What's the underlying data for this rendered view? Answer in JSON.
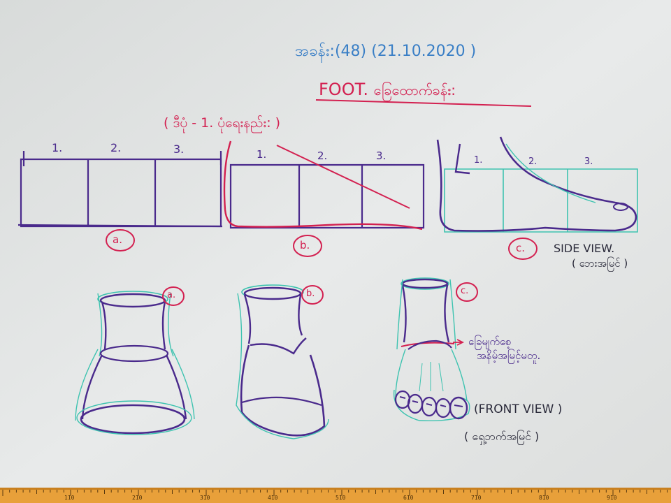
{
  "lesson": {
    "header_label": "အခန်း:(48)",
    "date": "21.10.2020",
    "title_en": "FOOT.",
    "title_mm": "ခြေထောက်ခန်း:",
    "subtitle": "( ဒီပုံ - 1. ပုံရေးနည်း: )"
  },
  "top_sketches": [
    {
      "id": "a",
      "labels": [
        "1.",
        "2.",
        "3."
      ],
      "circle_label": "a."
    },
    {
      "id": "b",
      "labels": [
        "1.",
        "2.",
        "3."
      ],
      "circle_label": "b."
    },
    {
      "id": "c",
      "labels": [
        "1.",
        "2.",
        "3."
      ],
      "circle_label": "c."
    }
  ],
  "side_view": {
    "label": "SIDE VIEW.",
    "note": "( ဘေးအမြင် )"
  },
  "bottom_sketches": [
    {
      "id": "a",
      "circle_label": "a."
    },
    {
      "id": "b",
      "circle_label": "b."
    },
    {
      "id": "c",
      "circle_label": "c."
    }
  ],
  "annotation": {
    "line1": "ခြေမျက်စေ့",
    "line2": "အနိမ့်အမြင့်မတူ."
  },
  "front_view": {
    "label": "(FRONT VIEW )",
    "note": "( ရှေ့ဘက်အမြင် )"
  },
  "ruler": {
    "ticks": [
      "110",
      "210",
      "310",
      "410",
      "510",
      "610",
      "710",
      "810",
      "910"
    ]
  },
  "colors": {
    "board": "#e4e6e5",
    "ruler": "#e8a03a",
    "blue": "#3a7fc6",
    "red": "#d32050",
    "purple": "#4a2a8c",
    "teal": "#3ec3b0"
  }
}
